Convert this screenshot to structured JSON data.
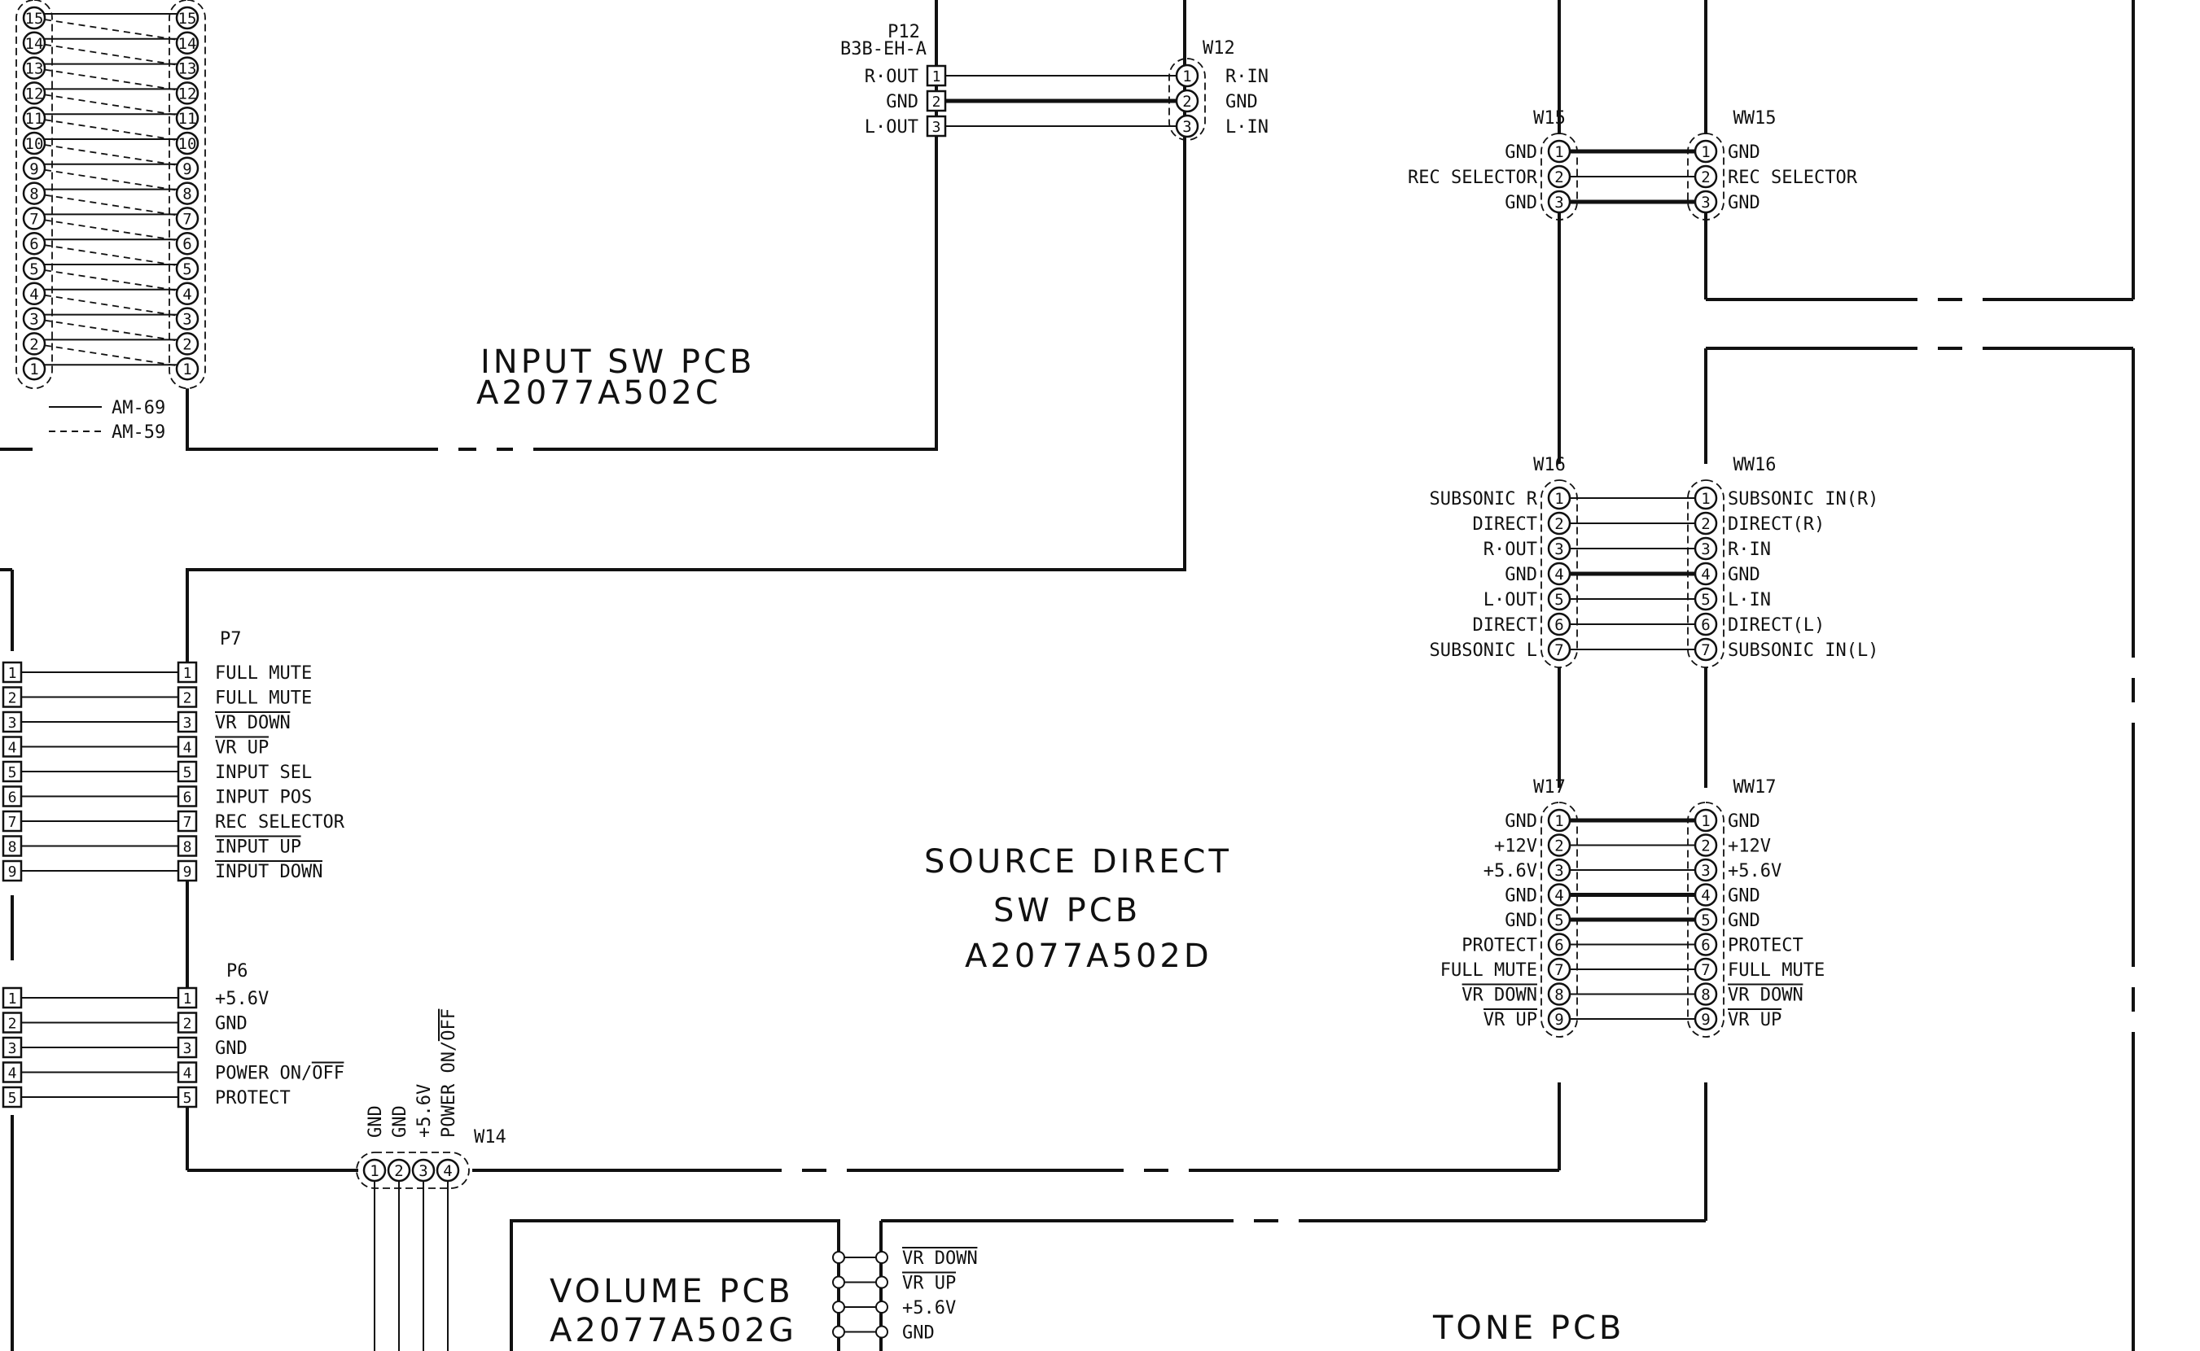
{
  "pcbs": {
    "input_sw": {
      "name": "INPUT SW PCB",
      "part": "A2077A502C"
    },
    "source_direct": {
      "name_line1": "SOURCE DIRECT",
      "name_line2": "SW PCB",
      "part": "A2077A502D"
    },
    "volume": {
      "name": "VOLUME PCB",
      "part": "A2077A502G"
    },
    "tone": {
      "name": "TONE PCB"
    }
  },
  "legend": {
    "solid": "AM-69",
    "dashed": "AM-59"
  },
  "connectors": {
    "p12": {
      "name": "P12",
      "type": "B3B-EH-A",
      "pins": [
        {
          "num": "1",
          "left": "R·OUT"
        },
        {
          "num": "2",
          "left": "GND"
        },
        {
          "num": "3",
          "left": "L·OUT"
        }
      ]
    },
    "w12": {
      "name": "W12",
      "pins": [
        {
          "num": "1",
          "right": "R·IN"
        },
        {
          "num": "2",
          "right": "GND"
        },
        {
          "num": "3",
          "right": "L·IN"
        }
      ]
    },
    "w15": {
      "name": "W15",
      "pair": "WW15",
      "pins": [
        {
          "num": "1",
          "left": "GND",
          "right": "GND"
        },
        {
          "num": "2",
          "left": "REC SELECTOR",
          "right": "REC SELECTOR"
        },
        {
          "num": "3",
          "left": "GND",
          "right": "GND"
        }
      ]
    },
    "w16": {
      "name": "W16",
      "pair": "WW16",
      "pins": [
        {
          "num": "1",
          "left": "SUBSONIC R",
          "right": "SUBSONIC IN(R)"
        },
        {
          "num": "2",
          "left": "DIRECT",
          "right": "DIRECT(R)"
        },
        {
          "num": "3",
          "left": "R·OUT",
          "right": "R·IN"
        },
        {
          "num": "4",
          "left": "GND",
          "right": "GND"
        },
        {
          "num": "5",
          "left": "L·OUT",
          "right": "L·IN"
        },
        {
          "num": "6",
          "left": "DIRECT",
          "right": "DIRECT(L)"
        },
        {
          "num": "7",
          "left": "SUBSONIC L",
          "right": "SUBSONIC IN(L)"
        }
      ]
    },
    "w17": {
      "name": "W17",
      "pair": "WW17",
      "pins": [
        {
          "num": "1",
          "left": "GND",
          "right": "GND"
        },
        {
          "num": "2",
          "left": "+12V",
          "right": "+12V"
        },
        {
          "num": "3",
          "left": "+5.6V",
          "right": "+5.6V"
        },
        {
          "num": "4",
          "left": "GND",
          "right": "GND"
        },
        {
          "num": "5",
          "left": "GND",
          "right": "GND"
        },
        {
          "num": "6",
          "left": "PROTECT",
          "right": "PROTECT"
        },
        {
          "num": "7",
          "left": "FULL MUTE",
          "right": "FULL MUTE"
        },
        {
          "num": "8",
          "left": "VR DOWN",
          "right": "VR DOWN"
        },
        {
          "num": "9",
          "left": "VR UP",
          "right": "VR UP"
        }
      ]
    },
    "p7": {
      "name": "P7",
      "pins": [
        {
          "num": "1",
          "label": "FULL MUTE"
        },
        {
          "num": "2",
          "label": "FULL MUTE"
        },
        {
          "num": "3",
          "label": "VR DOWN"
        },
        {
          "num": "4",
          "label": "VR UP"
        },
        {
          "num": "5",
          "label": "INPUT SEL"
        },
        {
          "num": "6",
          "label": "INPUT POS"
        },
        {
          "num": "7",
          "label": "REC SELECTOR"
        },
        {
          "num": "8",
          "label": "INPUT UP"
        },
        {
          "num": "9",
          "label": "INPUT DOWN"
        }
      ]
    },
    "p6": {
      "name": "P6",
      "pins": [
        {
          "num": "1",
          "label": "+5.6V"
        },
        {
          "num": "2",
          "label": "GND"
        },
        {
          "num": "3",
          "label": "GND"
        },
        {
          "num": "4",
          "label": "POWER ON/OFF"
        },
        {
          "num": "5",
          "label": "PROTECT"
        }
      ]
    },
    "w14": {
      "name": "W14",
      "pins": [
        {
          "num": "1",
          "label": "GND"
        },
        {
          "num": "2",
          "label": "GND"
        },
        {
          "num": "3",
          "label": "+5.6V"
        },
        {
          "num": "4",
          "label": "POWER ON/OFF"
        }
      ]
    },
    "volume_terminals": [
      {
        "label": "VR DOWN"
      },
      {
        "label": "VR UP"
      },
      {
        "label": "+5.6V"
      },
      {
        "label": "GND"
      }
    ],
    "ribbon": {
      "pins": [
        "15",
        "14",
        "13",
        "12",
        "11",
        "10",
        "9",
        "8",
        "7",
        "6",
        "5",
        "4",
        "3",
        "2",
        "1"
      ]
    }
  }
}
